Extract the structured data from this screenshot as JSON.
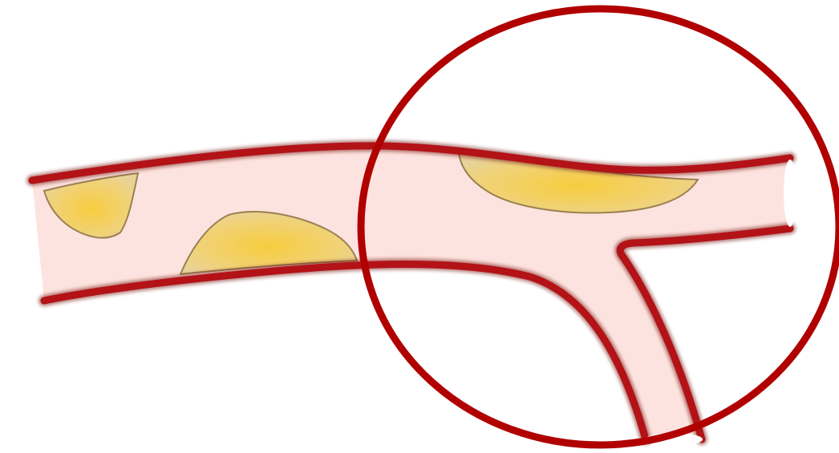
{
  "diagram": {
    "kind": "artery-with-plaque-at-branch",
    "colors": {
      "background": "#ffffff",
      "vessel_lumen": "#fde3df",
      "vessel_wall": "#b31217",
      "plaque_center": "#f6cf46",
      "plaque_edge": "#ead090",
      "plaque_outline": "#9a8050",
      "highlight_circle": "#b00000"
    },
    "elements": {
      "main_artery": "artery",
      "branch_artery": "branch",
      "plaques": [
        "plaque",
        "plaque",
        "plaque"
      ],
      "highlight": "circle"
    }
  }
}
